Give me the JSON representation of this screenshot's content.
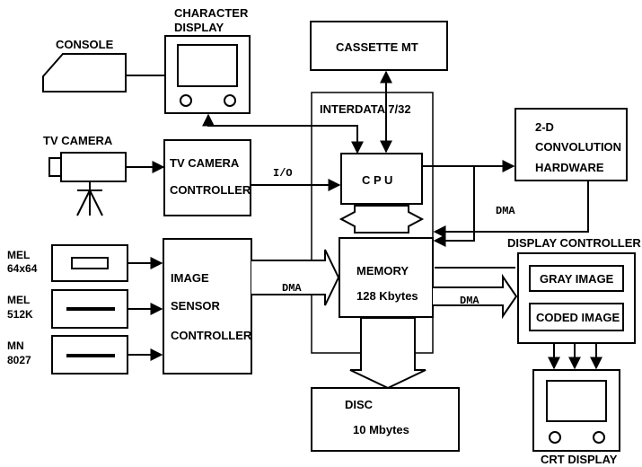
{
  "labels": {
    "console": "CONSOLE",
    "char_display_1": "CHARACTER",
    "char_display_2": "DISPLAY",
    "cassette": "CASSETTE MT",
    "interdata": "INTERDATA 7/32",
    "tv_camera": "TV CAMERA",
    "tvcc_1": "TV CAMERA",
    "tvcc_2": "CONTROLLER",
    "io": "I/O",
    "cpu": "C P U",
    "conv_1": "2-D",
    "conv_2": "CONVOLUTION",
    "conv_3": "HARDWARE",
    "dma_1": "DMA",
    "dma_2": "DMA",
    "dma_3": "DMA",
    "mel64_1": "MEL",
    "mel64_2": "64x64",
    "mel512_1": "MEL",
    "mel512_2": "512K",
    "mn_1": "MN",
    "mn_2": "8027",
    "isc_1": "IMAGE",
    "isc_2": "SENSOR",
    "isc_3": "CONTROLLER",
    "memory_1": "MEMORY",
    "memory_2": "128 Kbytes",
    "display_controller": "DISPLAY CONTROLLER",
    "gray_image": "GRAY IMAGE",
    "coded_image": "CODED IMAGE",
    "disc_1": "DISC",
    "disc_2": "10 Mbytes",
    "crt_display": "CRT DISPLAY"
  }
}
